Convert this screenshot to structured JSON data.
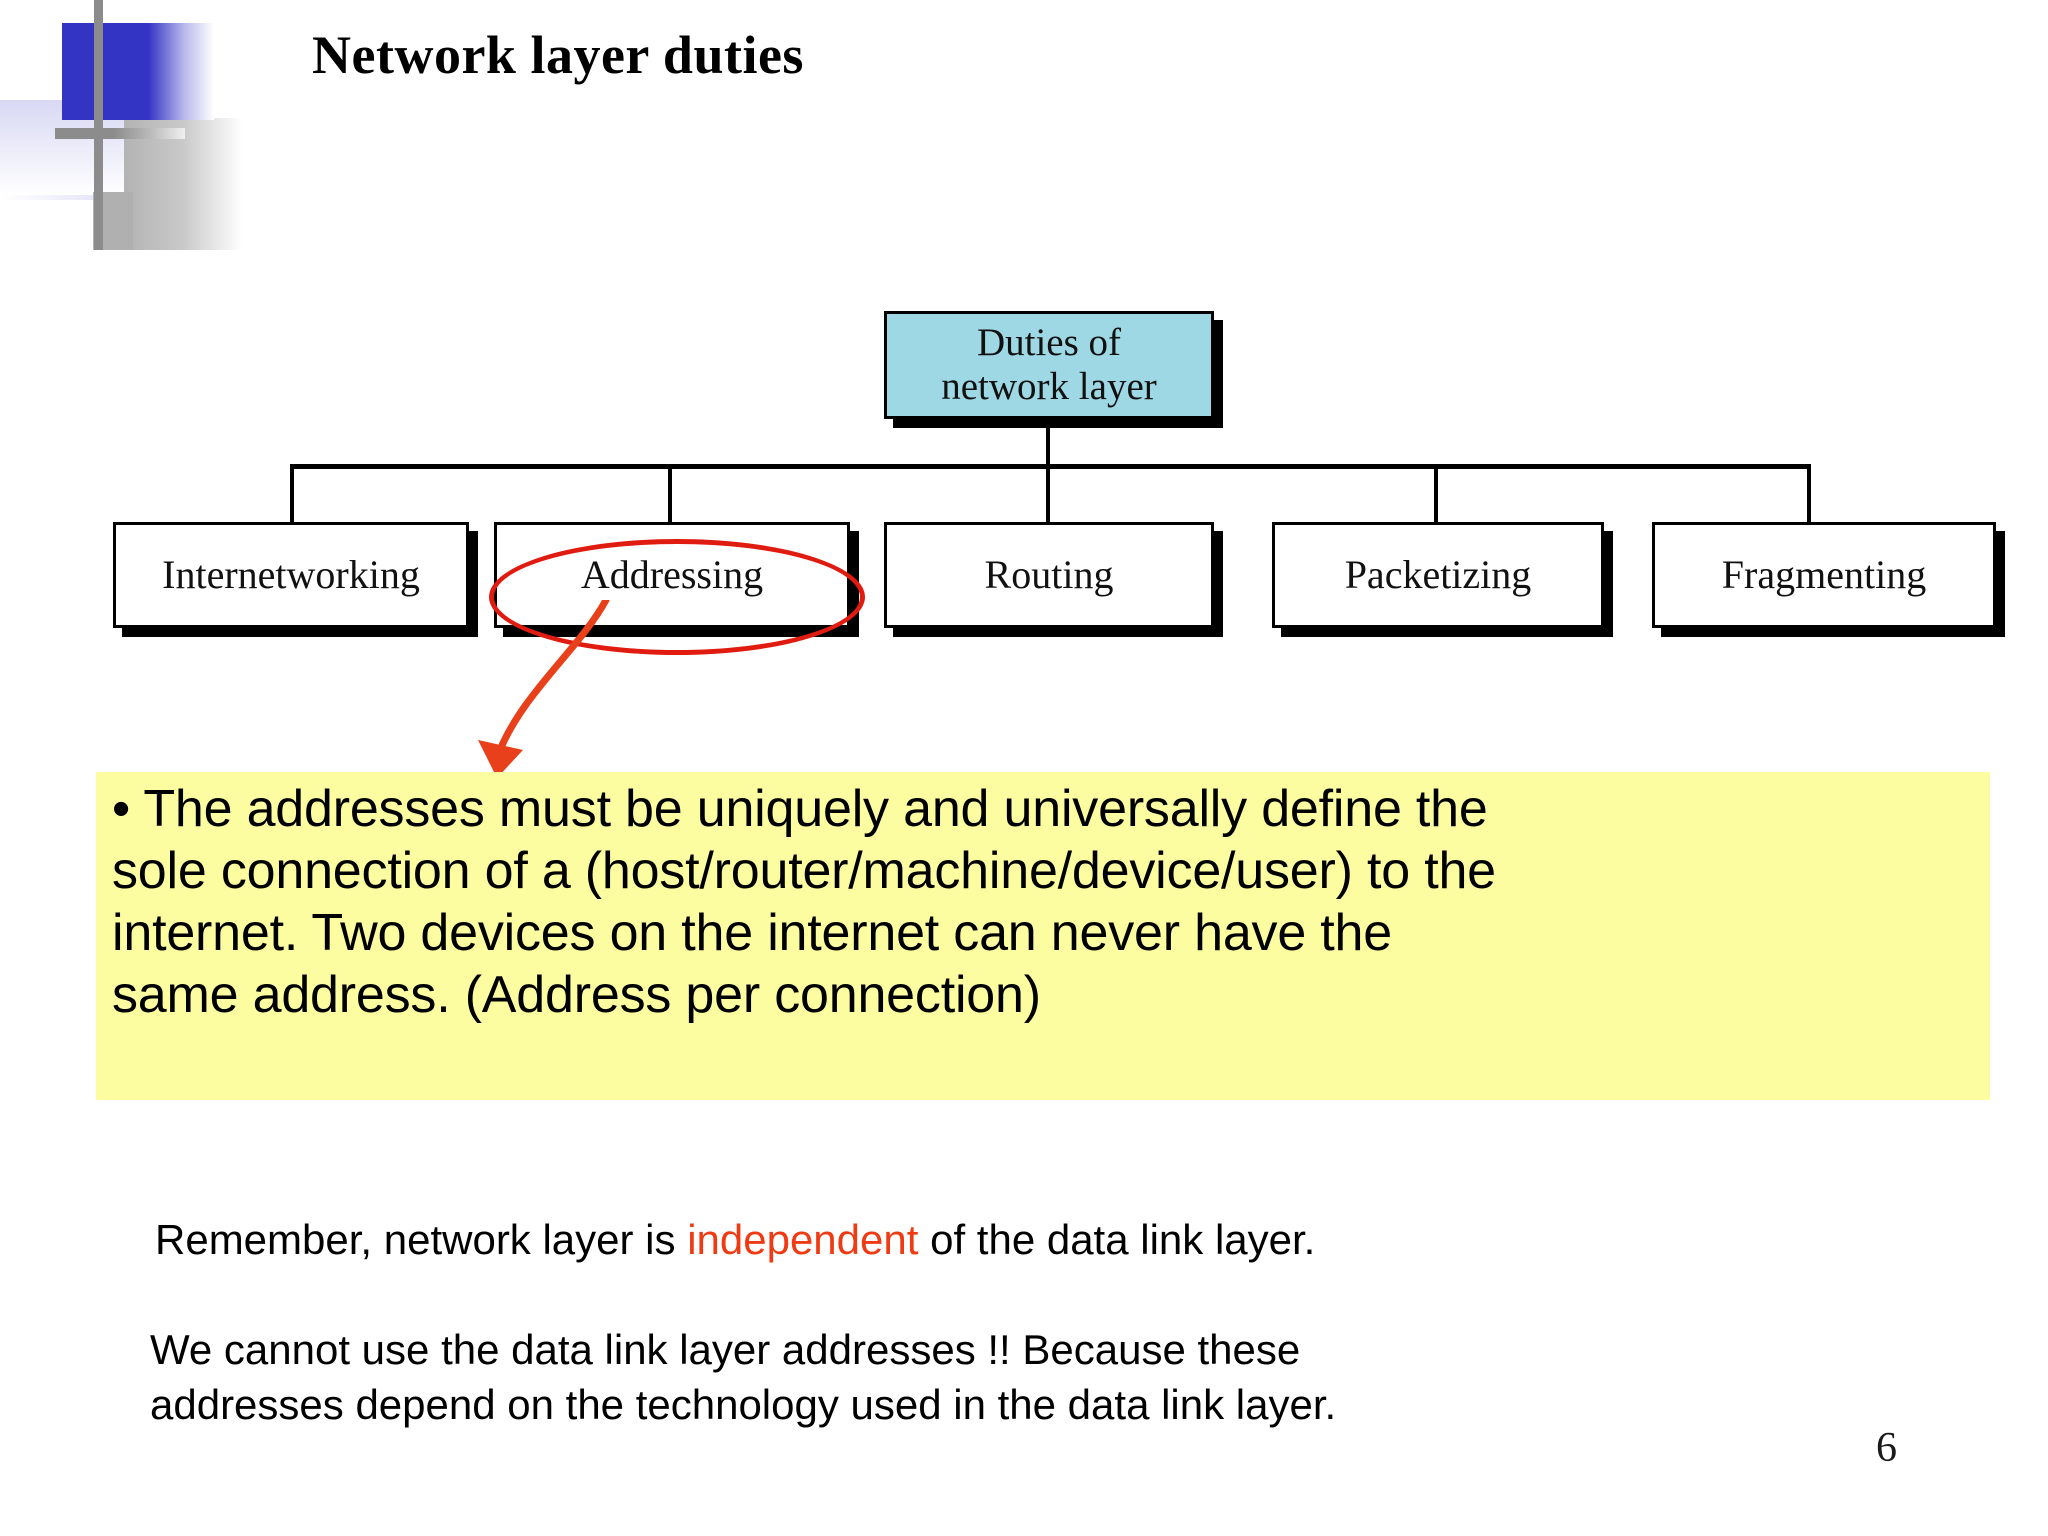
{
  "slide": {
    "title": "Network layer duties",
    "page_number": "6"
  },
  "diagram": {
    "root": {
      "line1": "Duties of",
      "line2": "network layer",
      "fill_color": "#9FD8E5"
    },
    "children": [
      {
        "label": "Internetworking"
      },
      {
        "label": "Addressing"
      },
      {
        "label": "Routing"
      },
      {
        "label": "Packetizing"
      },
      {
        "label": "Fragmenting"
      }
    ],
    "annotation": {
      "target": "Addressing",
      "ellipse_color": "#E01B10",
      "arrow_color": "#E8401A"
    }
  },
  "callout": {
    "background_color": "#FCFCA0",
    "lines": [
      "• The addresses must be uniquely and universally define the",
      "sole connection of a (host/router/machine/device/user) to the",
      "internet. Two devices on the internet can never have the",
      "same address. (Address per connection)"
    ]
  },
  "notes": {
    "note1": {
      "before": "Remember, network layer is ",
      "highlight": "independent",
      "highlight_color": "#F03A13",
      "after": " of the data link layer."
    },
    "note2": {
      "line1": "We cannot use the data link layer addresses !! Because these",
      "line2": "addresses depend on the technology used in the data link layer."
    }
  }
}
